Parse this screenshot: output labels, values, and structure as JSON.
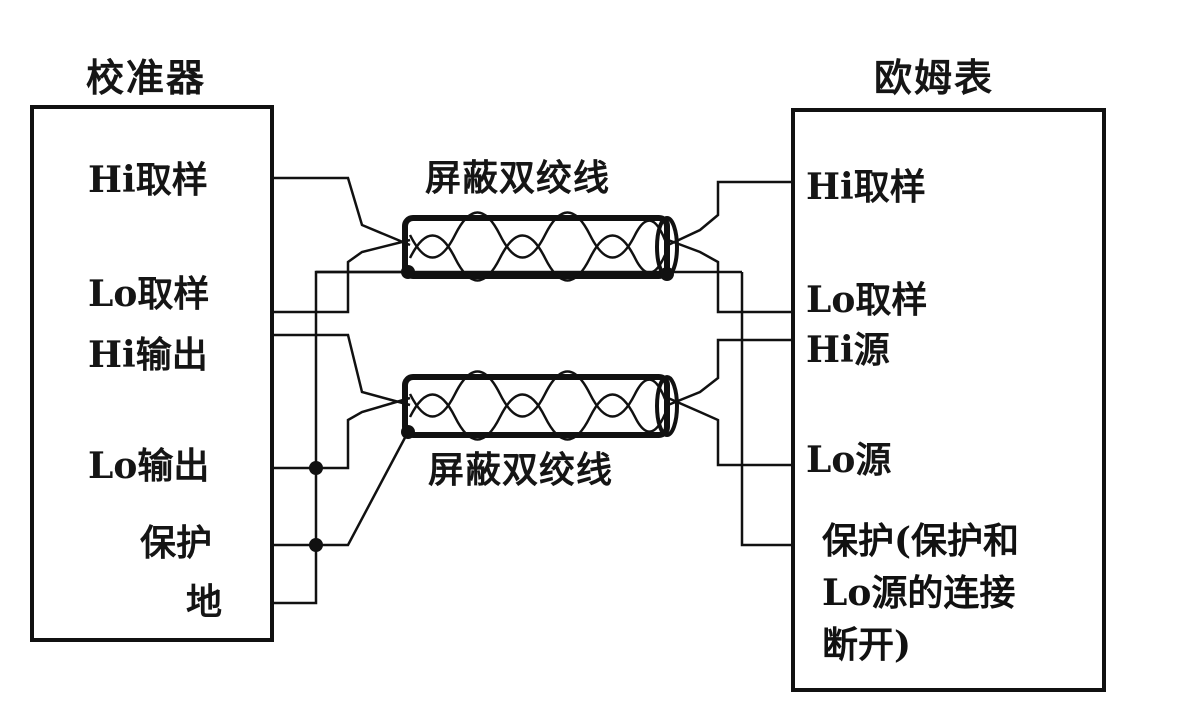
{
  "calibrator": {
    "title": "校准器",
    "terminals": {
      "hi_sense": "Hi取样",
      "lo_sense": "Lo取样",
      "hi_out": "Hi输出",
      "lo_out": "Lo输出",
      "guard_1": "保护",
      "guard_2": "地"
    }
  },
  "ohmmeter": {
    "title": "欧姆表",
    "terminals": {
      "hi_sense": "Hi取样",
      "lo_sense": "Lo取样",
      "hi_source": "Hi源",
      "lo_source": "Lo源"
    },
    "guard_note": [
      "保护(保护和",
      "Lo源的连接",
      "断开)"
    ]
  },
  "cables": {
    "top": "屏蔽双绞线",
    "bottom": "屏蔽双绞线"
  }
}
